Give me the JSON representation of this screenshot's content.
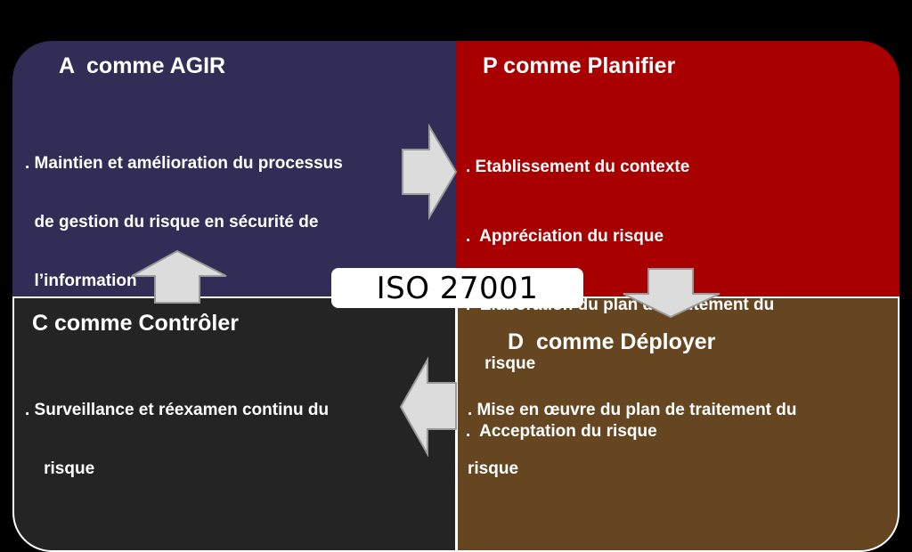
{
  "diagram": {
    "center_label": "ISO 27001",
    "colors": {
      "background": "#000000",
      "agir": "#312d56",
      "planifier": "#a80000",
      "controler": "#242424",
      "deployer": "#664621",
      "arrow_fill": "#dcdcdc",
      "arrow_stroke": "#9a9a9a"
    },
    "quadrants": {
      "agir": {
        "title": "A  comme AGIR",
        "lines": [
          ". Maintien et amélioration du processus",
          "  de gestion du risque en sécurité de",
          "  l’information"
        ]
      },
      "planifier": {
        "title": "P comme Planifier",
        "items": [
          ". Etablissement du contexte",
          ".  Appréciation du risque",
          ".  Elaboration du plan de traitement du",
          "    risque",
          ".  Acceptation du risque"
        ]
      },
      "controler": {
        "title": "C comme Contrôler",
        "lines": [
          ". Surveillance et réexamen continu du",
          "    risque"
        ]
      },
      "deployer": {
        "title": "D  comme Déployer",
        "lines": [
          ". Mise en œuvre du plan de traitement du",
          "risque"
        ]
      }
    },
    "arrows": [
      {
        "direction": "right",
        "from": "agir",
        "to": "planifier"
      },
      {
        "direction": "down",
        "from": "planifier",
        "to": "deployer"
      },
      {
        "direction": "left",
        "from": "deployer",
        "to": "controler"
      },
      {
        "direction": "up",
        "from": "controler",
        "to": "agir"
      }
    ]
  }
}
